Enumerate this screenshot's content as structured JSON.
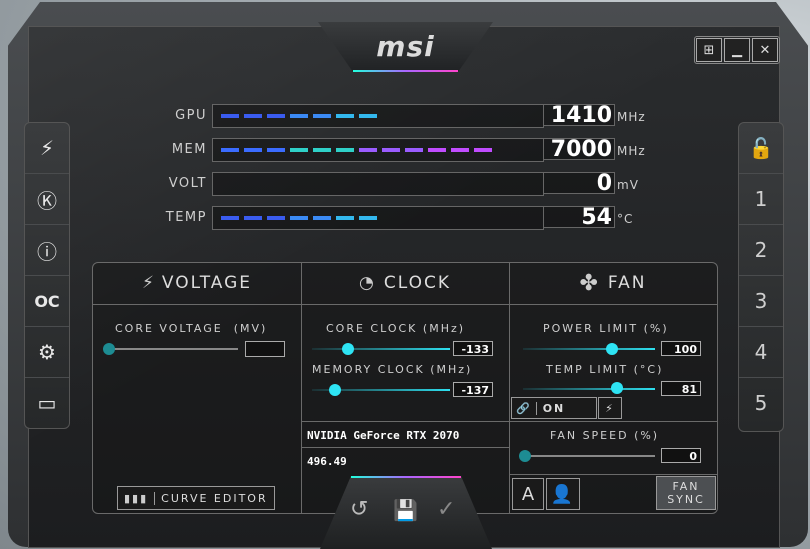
{
  "app": {
    "logo": "msi"
  },
  "window_controls": {
    "windows": "⊞",
    "minimize": "▁",
    "close": "✕"
  },
  "left_sidebar": [
    {
      "icon": "oc-scanner-icon",
      "glyph": "⚡"
    },
    {
      "icon": "kombustor-icon",
      "glyph": "Ⓚ"
    },
    {
      "icon": "info-icon",
      "glyph": "ⓘ"
    },
    {
      "icon": "oc-icon",
      "glyph": "OC"
    },
    {
      "icon": "settings-icon",
      "glyph": "⚙"
    },
    {
      "icon": "monitor-icon",
      "glyph": "▭"
    }
  ],
  "right_sidebar": {
    "lock": "🔓",
    "profiles": [
      "1",
      "2",
      "3",
      "4",
      "5"
    ]
  },
  "monitor": [
    {
      "label": "GPU",
      "value": "1410",
      "unit": "MHz",
      "fraction": 0.55
    },
    {
      "label": "MEM",
      "value": "7000",
      "unit": "MHz",
      "fraction": 0.92
    },
    {
      "label": "VOLT",
      "value": "0",
      "unit": "mV",
      "fraction": 0
    },
    {
      "label": "TEMP",
      "value": "54",
      "unit": "°C",
      "fraction": 0.54
    }
  ],
  "voltage": {
    "title": "VOLTAGE",
    "core_voltage_label": "CORE VOLTAGE",
    "core_voltage_unit": "(MV)",
    "core_voltage_value": "",
    "curve_editor": "CURVE EDITOR"
  },
  "clock": {
    "title": "CLOCK",
    "core_label": "CORE CLOCK",
    "core_unit": "(MHz)",
    "core_value": "-133",
    "memory_label": "MEMORY CLOCK",
    "memory_unit": "(MHz)",
    "memory_value": "-137",
    "gpu_name": "NVIDIA GeForce RTX 2070",
    "driver": "496.49"
  },
  "fan": {
    "title": "FAN",
    "power_limit_label": "POWER LIMIT",
    "power_limit_unit": "(%)",
    "power_limit_value": "100",
    "temp_limit_label": "TEMP LIMIT",
    "temp_limit_unit": "(°C)",
    "temp_limit_value": "81",
    "link_state": "ON",
    "fan_speed_label": "FAN SPEED",
    "fan_speed_unit": "(%)",
    "fan_speed_value": "0",
    "auto_label": "A",
    "fan_sync_line1": "FAN",
    "fan_sync_line2": "SYNC"
  },
  "bottom_actions": {
    "reset": "↺",
    "save": "💾",
    "apply": "✓"
  },
  "colors": {
    "accent": "#2ee4f4",
    "mem_segments": [
      "#3b6cff",
      "#2fd0c8",
      "#9a5cff",
      "#c04cff"
    ]
  }
}
